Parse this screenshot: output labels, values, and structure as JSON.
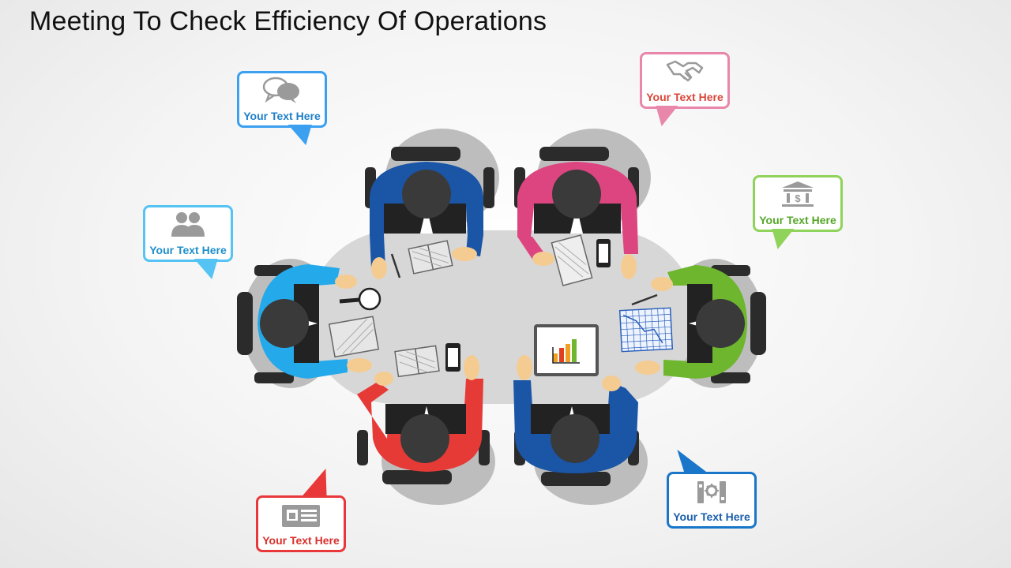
{
  "title": "Meeting To Check Efficiency Of Operations",
  "callouts": [
    {
      "label": "Your Text Here",
      "icon": "speech-bubbles-icon",
      "color": "#3ba0f0"
    },
    {
      "label": "Your Text Here",
      "icon": "handshake-icon",
      "color": "#e887aa"
    },
    {
      "label": "Your Text Here",
      "icon": "users-icon",
      "color": "#55c3f3"
    },
    {
      "label": "Your Text Here",
      "icon": "bank-icon",
      "color": "#8fd35a"
    },
    {
      "label": "Your Text Here",
      "icon": "id-card-icon",
      "color": "#e8383a"
    },
    {
      "label": "Your Text Here",
      "icon": "gear-tools-icon",
      "color": "#1976c8"
    }
  ],
  "colors": {
    "table": "#d7d7d7",
    "shadow": "#bdbdbd",
    "hair": "#3a3a3a",
    "chair": "#2b2b2b",
    "skin": "#f4cc92",
    "person_blue": "#1a55a6",
    "person_pink": "#dd4580",
    "person_cyan": "#24a9ea",
    "person_green": "#6db62e",
    "person_red": "#e63a36",
    "person_navy": "#1a55a6"
  }
}
